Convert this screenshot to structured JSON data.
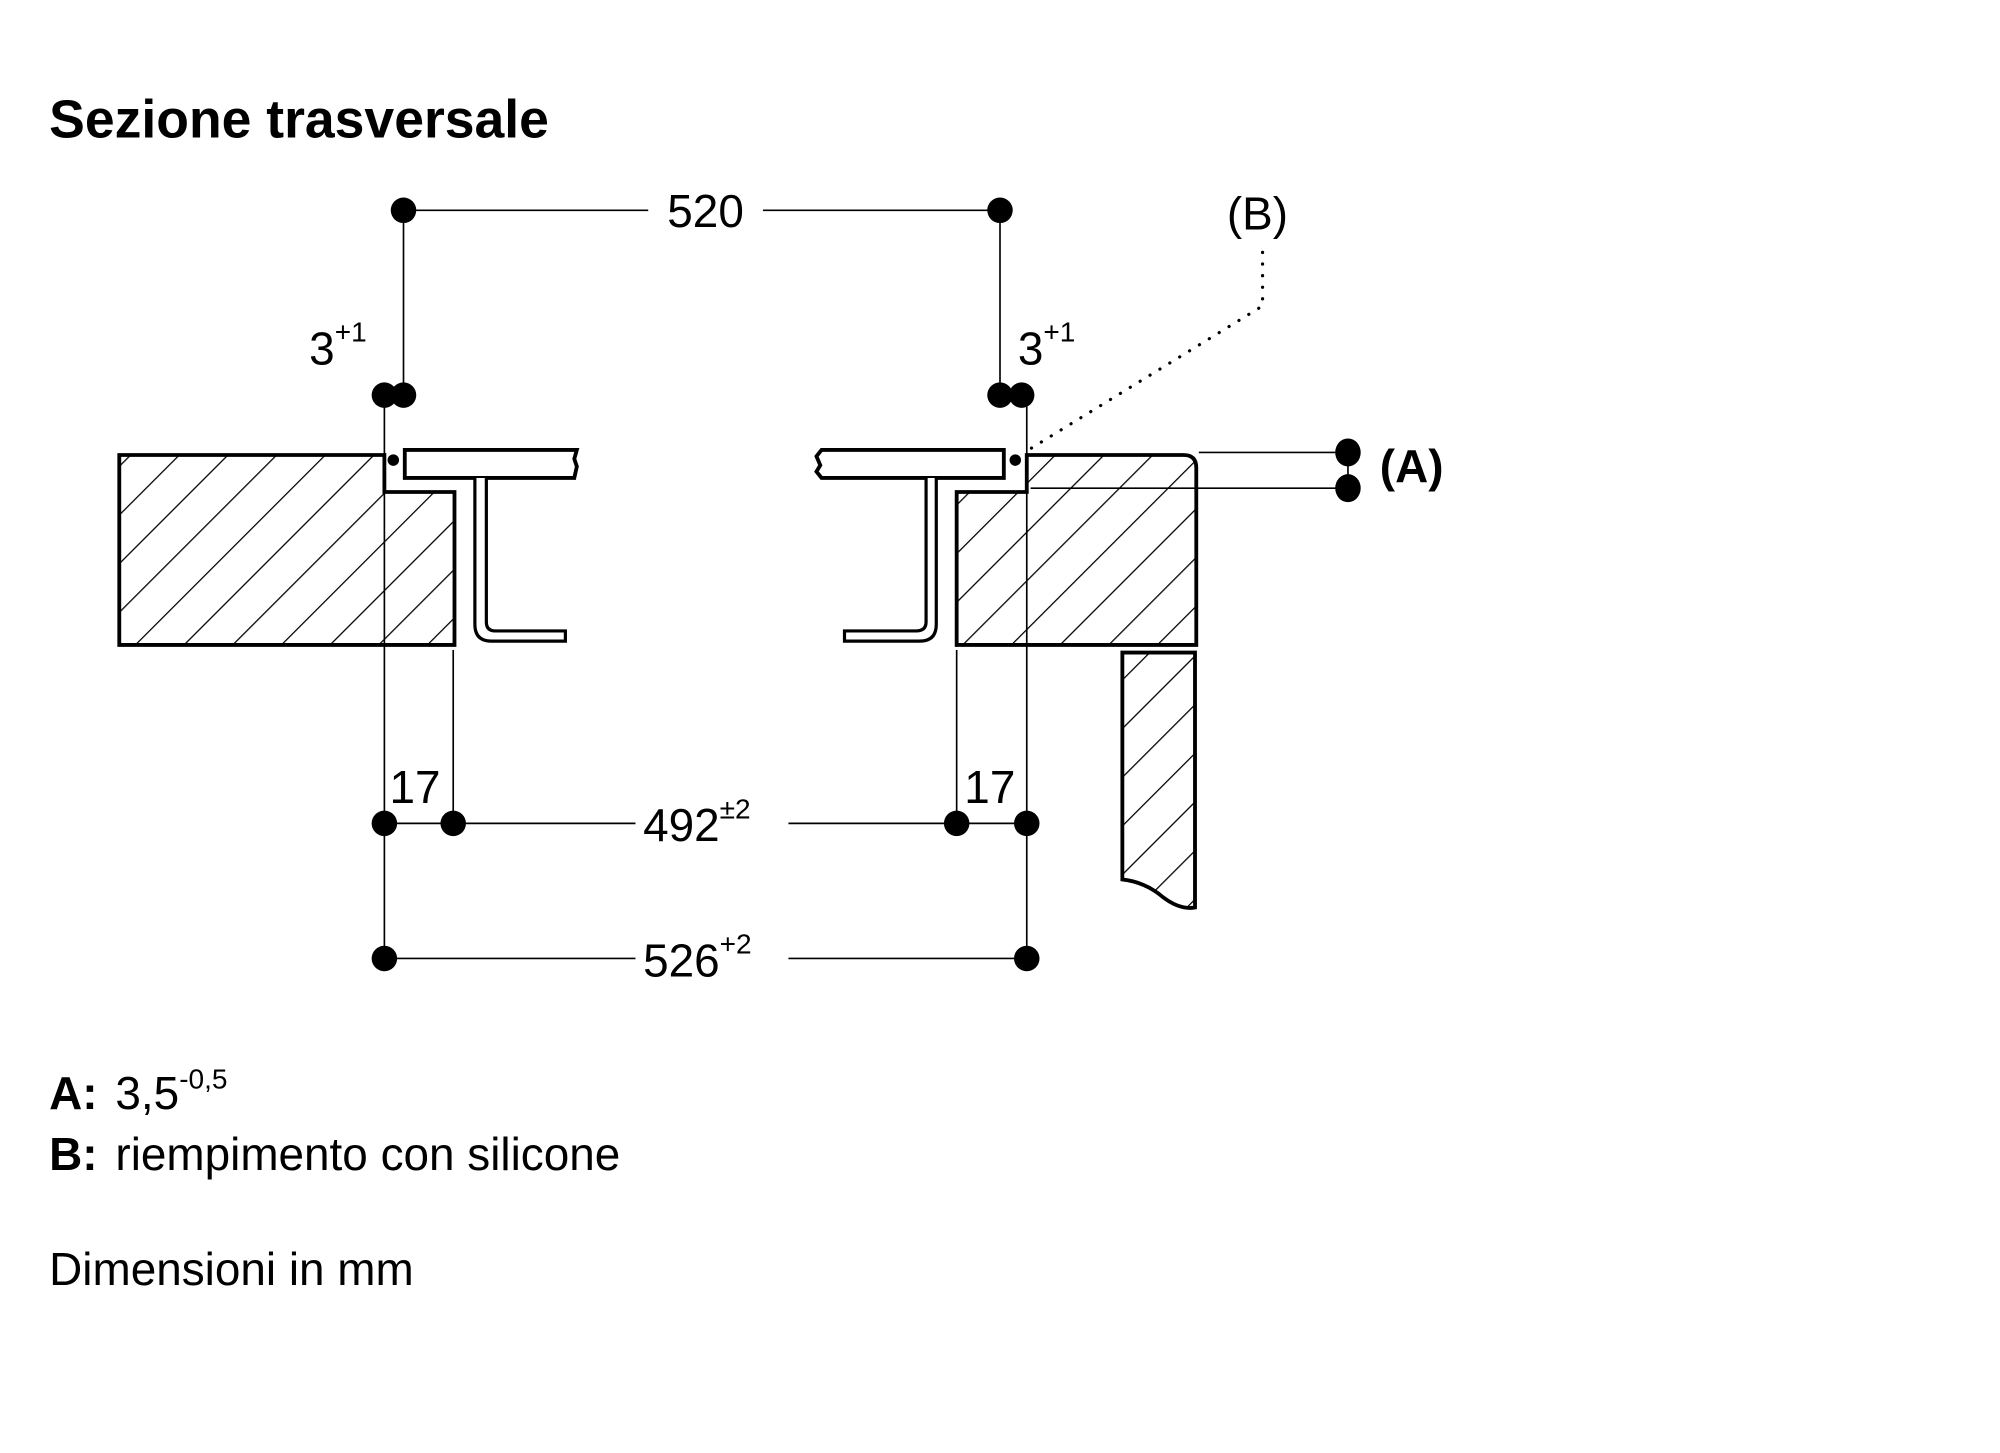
{
  "title": "Sezione trasversale",
  "dimensions": {
    "top_width": "520",
    "gap_left": {
      "base": "3",
      "tolerance": "+1"
    },
    "gap_right": {
      "base": "3",
      "tolerance": "+1"
    },
    "offset_left": "17",
    "offset_right": "17",
    "inner_width": {
      "base": "492",
      "tolerance": "±2"
    },
    "cutout_width": {
      "base": "526",
      "tolerance": "+2"
    }
  },
  "callouts": {
    "a": "(A)",
    "b": "(B)"
  },
  "legend": [
    {
      "key": "A:",
      "value": "3,5",
      "tolerance": "-0,5"
    },
    {
      "key": "B:",
      "value": "riempimento con silicone"
    }
  ],
  "units_note": "Dimensioni in mm"
}
